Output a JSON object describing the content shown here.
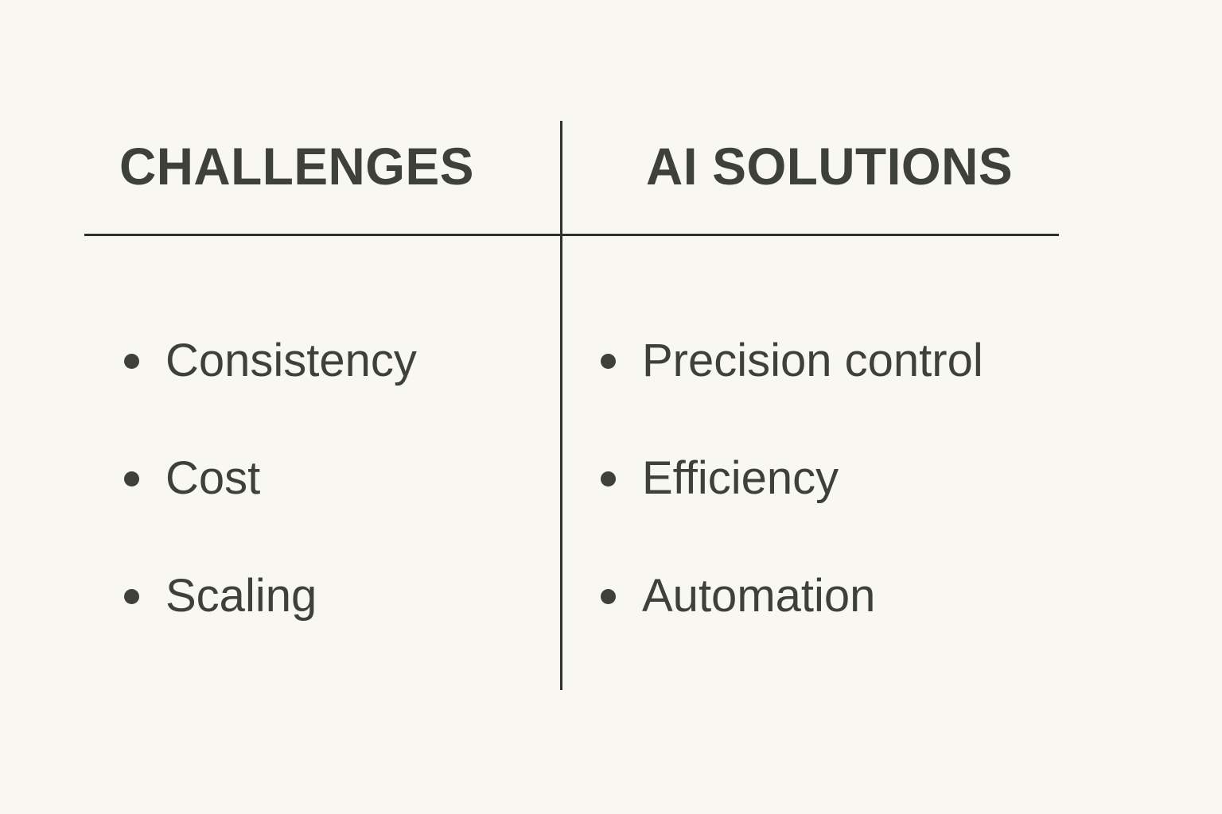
{
  "canvas": {
    "background_color": "#F8F7F2",
    "text_color": "#3D4139",
    "rule_color": "#2E322C"
  },
  "columns": [
    {
      "id": "challenges",
      "heading": "CHALLENGES",
      "items": [
        {
          "label": "Consistency"
        },
        {
          "label": "Cost"
        },
        {
          "label": "Scaling"
        }
      ]
    },
    {
      "id": "ai-solutions",
      "heading": "AI SOLUTIONS",
      "items": [
        {
          "label": "Precision control"
        },
        {
          "label": "Efficiency"
        },
        {
          "label": "Automation"
        }
      ]
    }
  ]
}
